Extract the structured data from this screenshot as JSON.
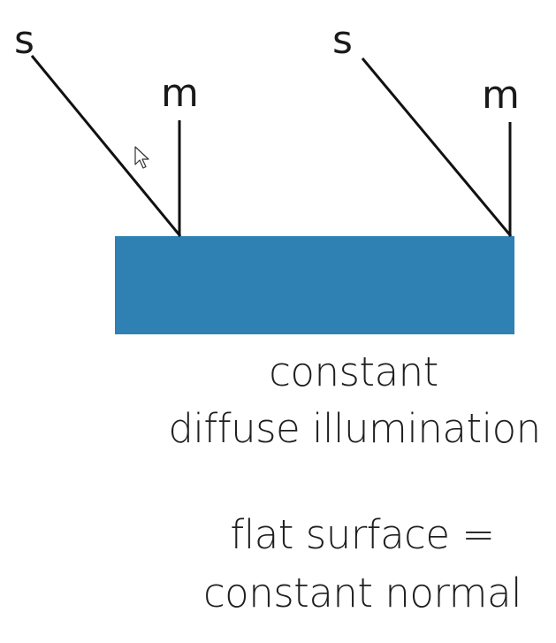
{
  "colors": {
    "surface": "#2f80b3",
    "line": "#111111",
    "text": "#1f1f1f"
  },
  "vectors": {
    "left": {
      "source_label": "s",
      "normal_label": "m"
    },
    "right": {
      "source_label": "s",
      "normal_label": "m"
    }
  },
  "caption": {
    "line1": "constant",
    "line2": "diffuse illumination",
    "line3": "flat surface =",
    "line4": "constant normal"
  },
  "cursor_icon": "mouse-pointer-icon"
}
